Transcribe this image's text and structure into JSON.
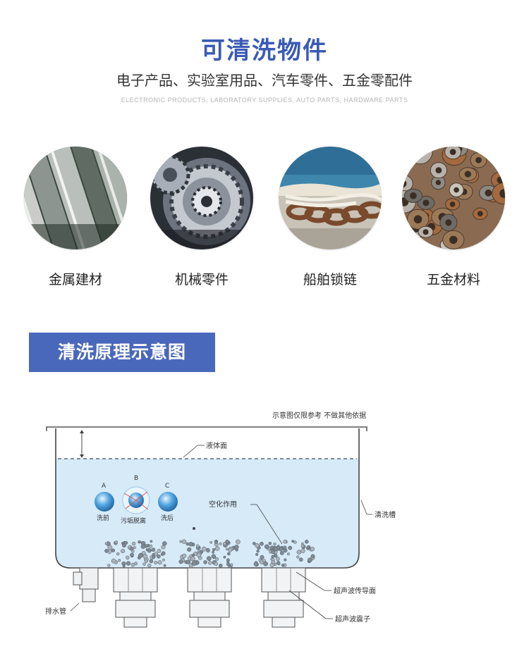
{
  "header": {
    "title": "可清洗物件",
    "subtitle": "电子产品、实验室用品、汽车零件、五金零配件",
    "subtitle_en": "ELECTRONIC PRODUCTS, LABORATORY SUPPLIES, AUTO PARTS, HARDWARE PARTS"
  },
  "items": [
    {
      "label": "金属建材",
      "icon": "metal-profiles-photo"
    },
    {
      "label": "机械零件",
      "icon": "gear-parts-photo"
    },
    {
      "label": "船舶锁链",
      "icon": "ship-chain-photo"
    },
    {
      "label": "五金材料",
      "icon": "nuts-washers-photo"
    }
  ],
  "section": {
    "title": "清洗原理示意图"
  },
  "diagram": {
    "disclaimer": "示意图仅限参考 不做其他依据",
    "liquid_surface": "液体面",
    "tank": "清洗槽",
    "cavitation": "空化作用",
    "transducer_face": "超声波传导面",
    "transducer": "超声波震子",
    "drain": "排水管",
    "stages": [
      {
        "letter": "A",
        "label": "洗前"
      },
      {
        "letter": "B",
        "label": "污垢脱离"
      },
      {
        "letter": "C",
        "label": "洗后"
      }
    ]
  },
  "colors": {
    "brand_blue": "#3a5bb5",
    "banner_blue": "#4a68bb",
    "liquid": "#d6eaf8"
  }
}
